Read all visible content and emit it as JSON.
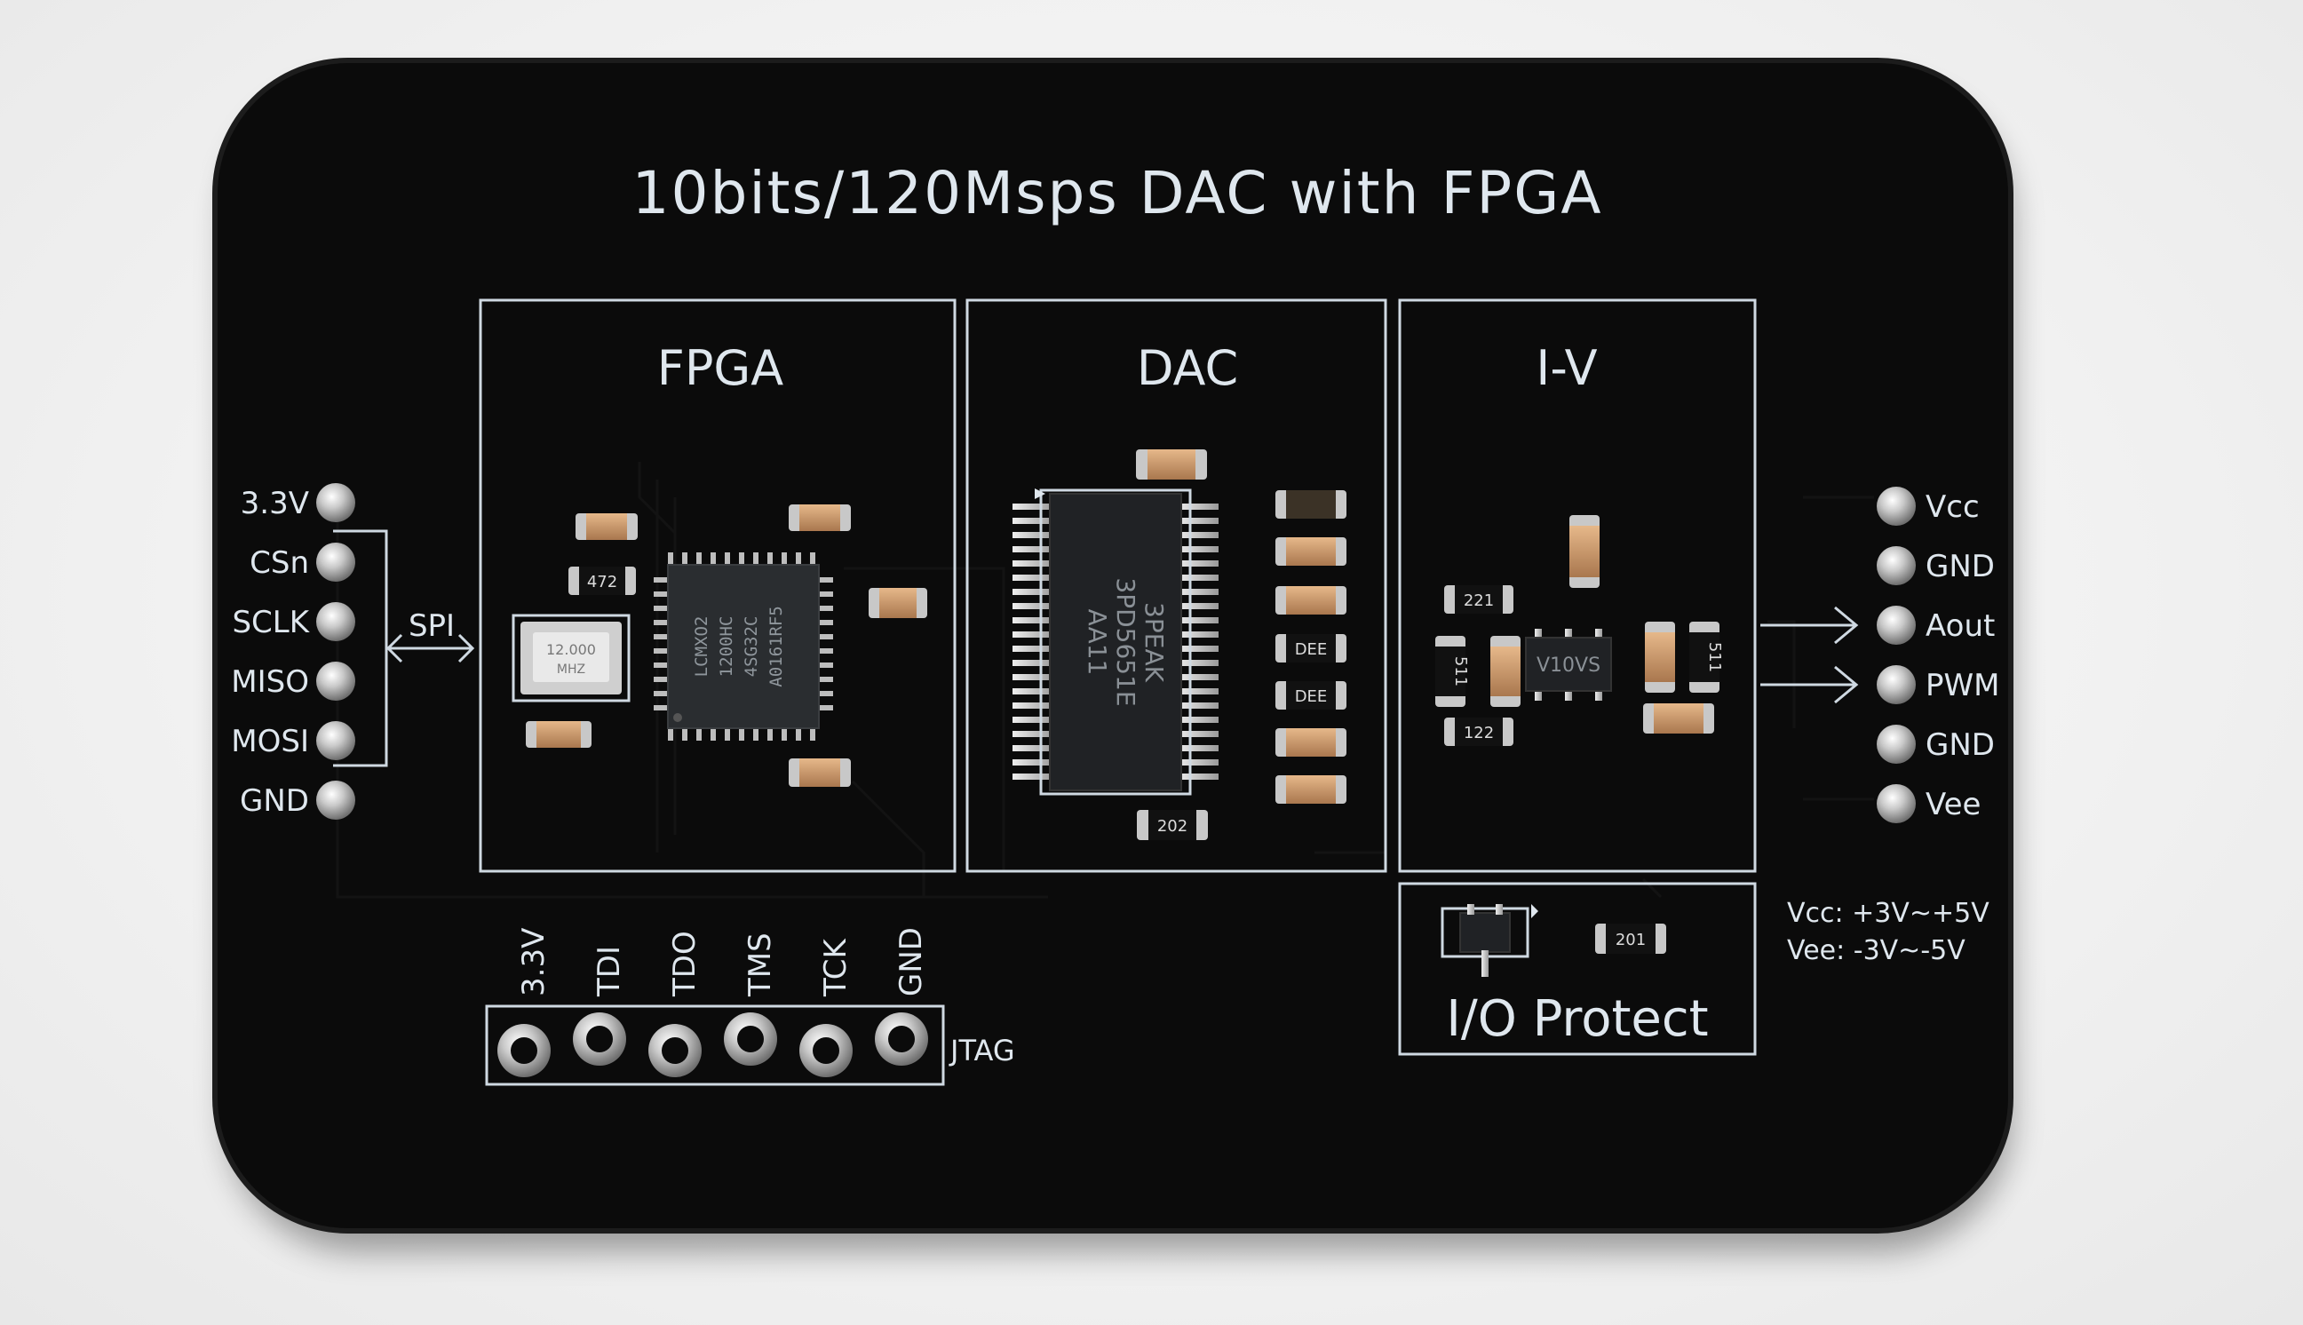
{
  "board": {
    "title": "10bits/120Msps DAC with FPGA",
    "sections": {
      "fpga": "FPGA",
      "dac": "DAC",
      "iv": "I-V",
      "protect": "I/O Protect"
    },
    "left_header": {
      "pins": [
        "3.3V",
        "CSn",
        "SCLK",
        "MISO",
        "MOSI",
        "GND"
      ],
      "bus_label": "SPI"
    },
    "right_header": {
      "pins": [
        "Vcc",
        "GND",
        "Aout",
        "PWM",
        "GND",
        "Vee"
      ],
      "notes": [
        "Vcc: +3V~+5V",
        "Vee: -3V~-5V"
      ]
    },
    "jtag": {
      "label": "JTAG",
      "pins": [
        "3.3V",
        "TDI",
        "TDO",
        "TMS",
        "TCK",
        "GND"
      ]
    },
    "parts": {
      "fpga_marking": [
        "LCMXO2",
        "1200HC",
        "4SG32C",
        "A0161RF5"
      ],
      "crystal_marking": [
        "12.000",
        "MHZ"
      ],
      "dac_marking": [
        "3PEAK",
        "3PD5651E",
        "AA11"
      ],
      "opamp_marking": "V10VS",
      "resistors": [
        "472",
        "202",
        "221",
        "511",
        "122",
        "511",
        "201",
        "DEE",
        "DEE"
      ]
    }
  }
}
